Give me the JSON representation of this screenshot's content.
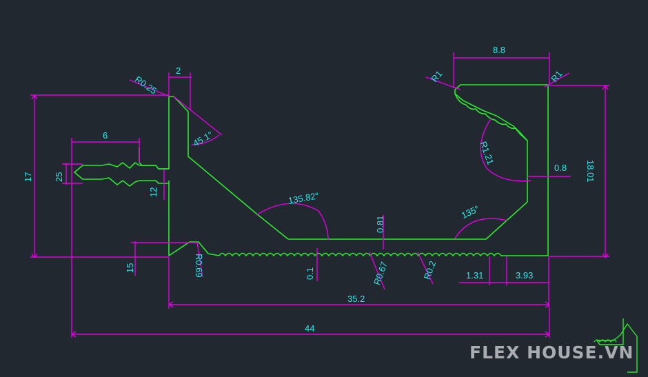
{
  "drawing": {
    "watermark": "FLEX HOUSE.VN",
    "dimensions": {
      "r025": "R0.25",
      "d2": "2",
      "a451": "45.1°",
      "d6": "6",
      "d17": "17",
      "d25": "25",
      "d12": "12",
      "d15": "15",
      "r069": "R0.69",
      "a135": "135.82°",
      "d081": "0.81",
      "d01": "0.1",
      "r067": "R0.67",
      "r02": "R0.2",
      "d131": "1.31",
      "d393": "3.93",
      "d352": "35.2",
      "d44": "44",
      "d88": "8.8",
      "r1a": "R1",
      "r1b": "R1",
      "r121": "R1.21",
      "d08": "0.8",
      "d181": "18.01",
      "a135b": "135°"
    }
  }
}
